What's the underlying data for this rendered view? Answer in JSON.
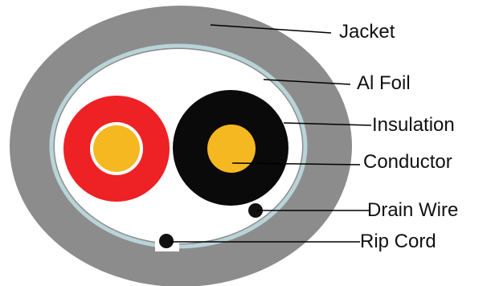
{
  "labels": {
    "jacket": "Jacket",
    "foil": "Al Foil",
    "insulation": "Insulation",
    "conductor": "Conductor",
    "drain": "Drain Wire",
    "rip": "Rip Cord"
  },
  "colors": {
    "jacket": "#8c8c8c",
    "foil": "#b9d4d8",
    "interior": "#ffffff",
    "red_insulation": "#ee2124",
    "black_insulation": "#0a0a0a",
    "conductor": "#f5b820",
    "drain_wire": "#111111",
    "rip_cord": "#111111",
    "leader_line": "#000000"
  }
}
